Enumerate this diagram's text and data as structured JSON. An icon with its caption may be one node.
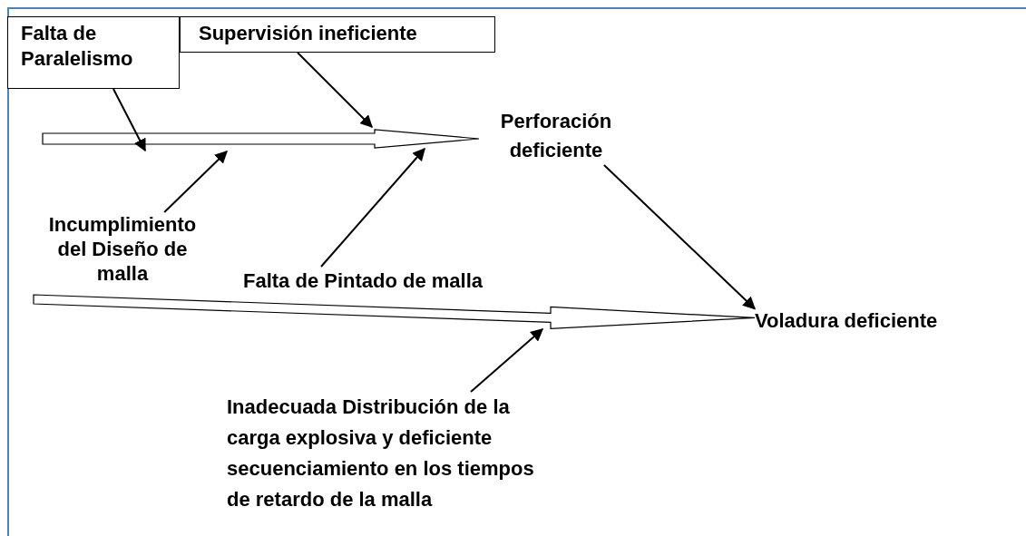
{
  "diagram": {
    "nodes": [
      {
        "text": [
          "Falta de Paralelismo"
        ]
      },
      {
        "text": [
          "Supervisión ineficiente"
        ]
      },
      {
        "text": [
          "Perforación deficiente"
        ]
      },
      {
        "text": [
          "Incumplimiento del Diseño de malla"
        ]
      },
      {
        "text": [
          "Falta de Pintado de malla"
        ]
      },
      {
        "text": [
          "Voladura deficiente"
        ]
      },
      {
        "text": [
          "Inadecuada Distribución de la carga explosiva y deficiente secuenciamiento en los tiempos de retardo de la malla"
        ]
      }
    ],
    "edges": [
      {
        "from": null,
        "to": 2,
        "arrow": "to",
        "style": "thick"
      },
      {
        "from": 0,
        "to": null,
        "arrow": "to"
      },
      {
        "from": 1,
        "to": null,
        "arrow": "to"
      },
      {
        "from": 3,
        "to": null,
        "arrow": "to"
      },
      {
        "from": 4,
        "to": null,
        "arrow": "to"
      },
      {
        "from": 2,
        "to": 5,
        "arrow": "to"
      },
      {
        "from": null,
        "to": 5,
        "arrow": "to",
        "style": "thick"
      },
      {
        "from": 6,
        "to": null,
        "arrow": "to"
      }
    ]
  }
}
